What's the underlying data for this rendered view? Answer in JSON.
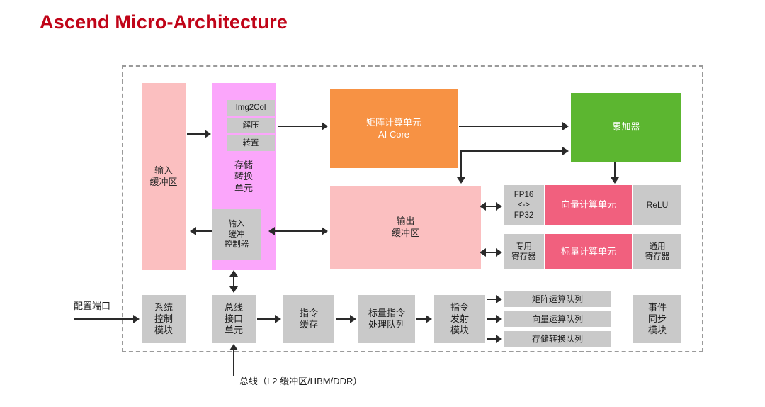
{
  "title": "Ascend Micro-Architecture",
  "colors": {
    "title": "#c00418",
    "input_buffer": "#fbbfc0",
    "output_buffer": "#fbbfc0",
    "mte_unit": "#fba6fb",
    "cube_unit": "#f79244",
    "accumulator": "#5cb630",
    "compute_unit": "#f1607e",
    "gray_block": "#c9c9c9",
    "frame_border": "#9a9a9a",
    "connector": "#2a2a2a"
  },
  "external_labels": {
    "config_port": "配置端口",
    "bus": "总线（L2 缓冲区/HBM/DDR）"
  },
  "blocks": {
    "input_buffer": "输入\n缓冲区",
    "mte_unit": "存储\n转换\n单元",
    "img2col": "Img2Col",
    "decompress": "解压",
    "transpose": "转置",
    "input_buffer_controller": "输入\n缓冲\n控制器",
    "cube_unit": "矩阵计算单元\nAI Core",
    "accumulator": "累加器",
    "output_buffer": "输出\n缓冲区",
    "fp_convert": "FP16\n<->\nFP32",
    "vector_unit": "向量计算单元",
    "relu": "ReLU",
    "special_register": "专用\n寄存器",
    "scalar_unit": "标量计算单元",
    "general_register": "通用\n寄存器",
    "system_control": "系统\n控制\n模块",
    "bus_interface": "总线\n接口\n单元",
    "instruction_cache": "指令\n缓存",
    "scalar_queue": "标量指令\n处理队列",
    "instruction_dispatch": "指令\n发射\n模块",
    "matrix_queue": "矩阵运算队列",
    "vector_queue": "向量运算队列",
    "mte_queue": "存储转换队列",
    "event_sync": "事件\n同步\n模块"
  }
}
